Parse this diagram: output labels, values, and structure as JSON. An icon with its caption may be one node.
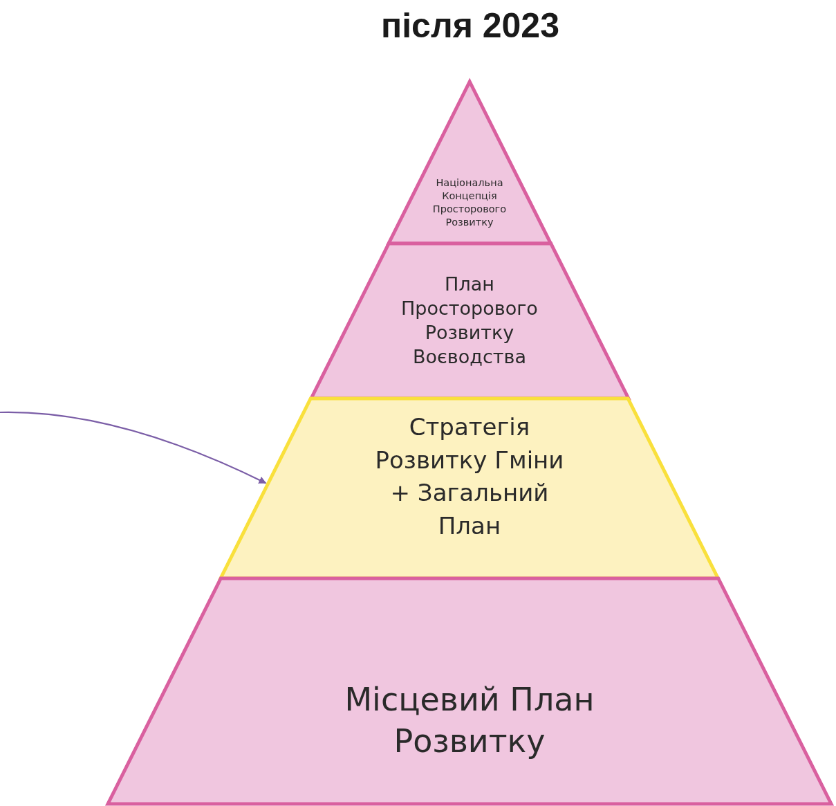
{
  "diagram": {
    "title": "після 2023",
    "nodes": [
      {
        "text": [
          "Національна Концепція Просторового Розвитку"
        ]
      },
      {
        "text": [
          "План Просторового Розвитку Воєводства"
        ]
      },
      {
        "text": [
          "Стратегія Розвитку Гміни + Загальний План"
        ]
      },
      {
        "text": [
          "Місцевий План Розвитку"
        ]
      }
    ],
    "edges": [
      {
        "from": null,
        "to": 2,
        "arrow": "to",
        "color": "#7b5ea7"
      }
    ]
  }
}
